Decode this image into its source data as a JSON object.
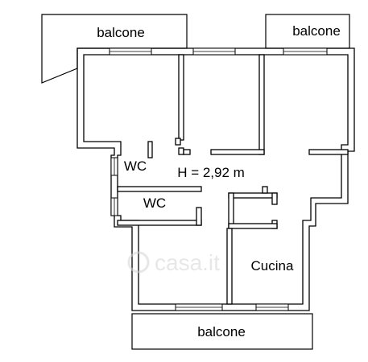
{
  "plan": {
    "balconies": {
      "top_left": "balcone",
      "top_right": "balcone",
      "bottom": "balcone"
    },
    "rooms": {
      "wc_upper": "WC",
      "wc_lower": "WC",
      "kitchen": "Cucina"
    },
    "ceiling_height": "H = 2,92 m",
    "watermark": "casa.it",
    "colors": {
      "walls": "#000000",
      "background": "#ffffff",
      "watermark": "#d4d4d4"
    }
  }
}
